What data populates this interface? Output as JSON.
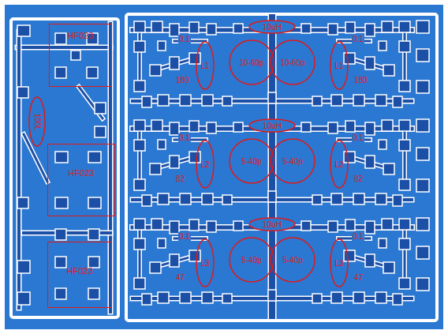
{
  "diagram": {
    "nodes": [
      {
        "text": [
          "HF023"
        ]
      },
      {
        "text": [
          "100L"
        ]
      },
      {
        "text": [
          "HF023"
        ]
      },
      {
        "text": [
          "HF023"
        ]
      },
      {
        "text": [
          "10uH"
        ]
      },
      {
        "text": [
          "10-60p"
        ]
      },
      {
        "text": [
          "10-60p"
        ]
      },
      {
        "text": [
          "L1"
        ]
      },
      {
        "text": [
          "L1"
        ]
      },
      {
        "text": [
          "10uH"
        ]
      },
      {
        "text": [
          "5-40p"
        ]
      },
      {
        "text": [
          "5-40p"
        ]
      },
      {
        "text": [
          "L2"
        ]
      },
      {
        "text": [
          "L2"
        ]
      },
      {
        "text": [
          "10uH"
        ]
      },
      {
        "text": [
          "5-40p"
        ]
      },
      {
        "text": [
          "5-40p"
        ]
      },
      {
        "text": [
          "L3"
        ]
      },
      {
        "text": [
          "L3"
        ]
      }
    ],
    "labels": [
      "0.1",
      "180",
      "0.1",
      "180",
      "0.1",
      "82",
      "0.1",
      "82",
      "0.1",
      "47",
      "0.1",
      "47"
    ]
  }
}
